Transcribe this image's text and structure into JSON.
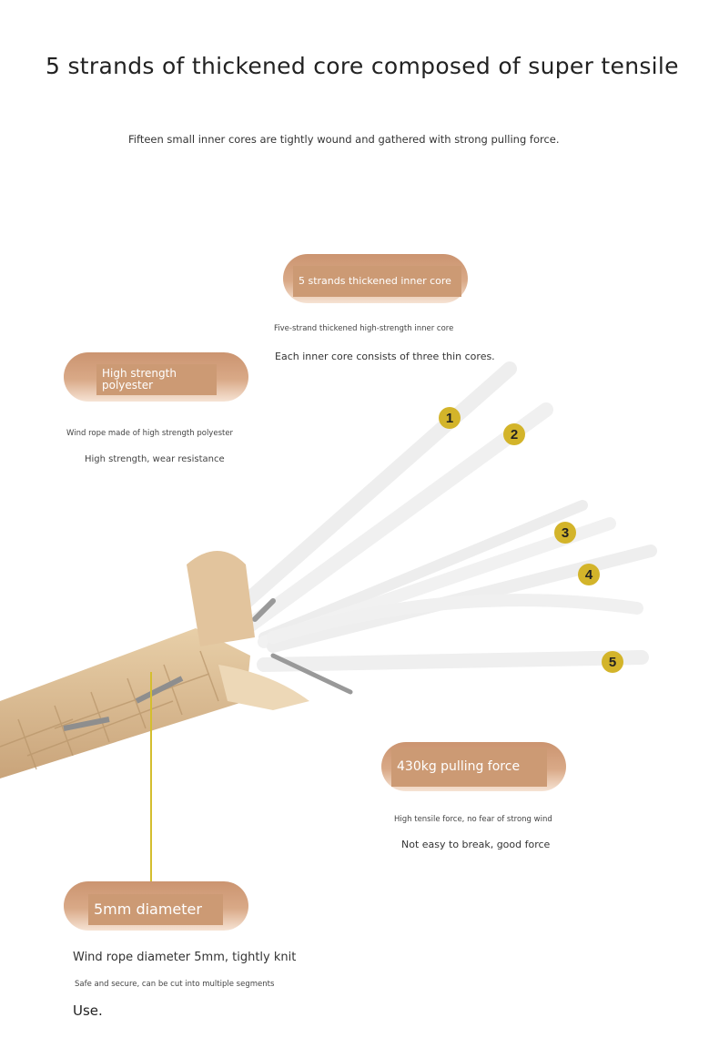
{
  "title": "5 strands of thickened core composed of super tensile",
  "subtitle": "Fifteen small inner cores are tightly wound and gathered with strong pulling force.",
  "callouts": [
    {
      "label": "5 strands thickened inner core",
      "line1": "Five-strand thickened high-strength inner core",
      "line2": "Each inner core consists of three thin cores."
    },
    {
      "label": "High strength polyester",
      "line1": "Wind rope made of high strength polyester",
      "line2": "High strength, wear resistance"
    },
    {
      "label": "430kg pulling force",
      "line1": "High tensile force, no fear of strong wind",
      "line2": "Not easy to break, good force"
    },
    {
      "label": "5mm diameter",
      "line1": "Wind rope diameter 5mm, tightly knit",
      "line2": "Safe and secure, can be cut into multiple segments",
      "line3": "Use."
    }
  ],
  "strand_badges": [
    "1",
    "2",
    "3",
    "4",
    "5"
  ],
  "colors": {
    "pill": "#cc9a74",
    "badge": "#d3b42a",
    "rope": "#d9b88f",
    "strand": "#f2f2f2"
  }
}
